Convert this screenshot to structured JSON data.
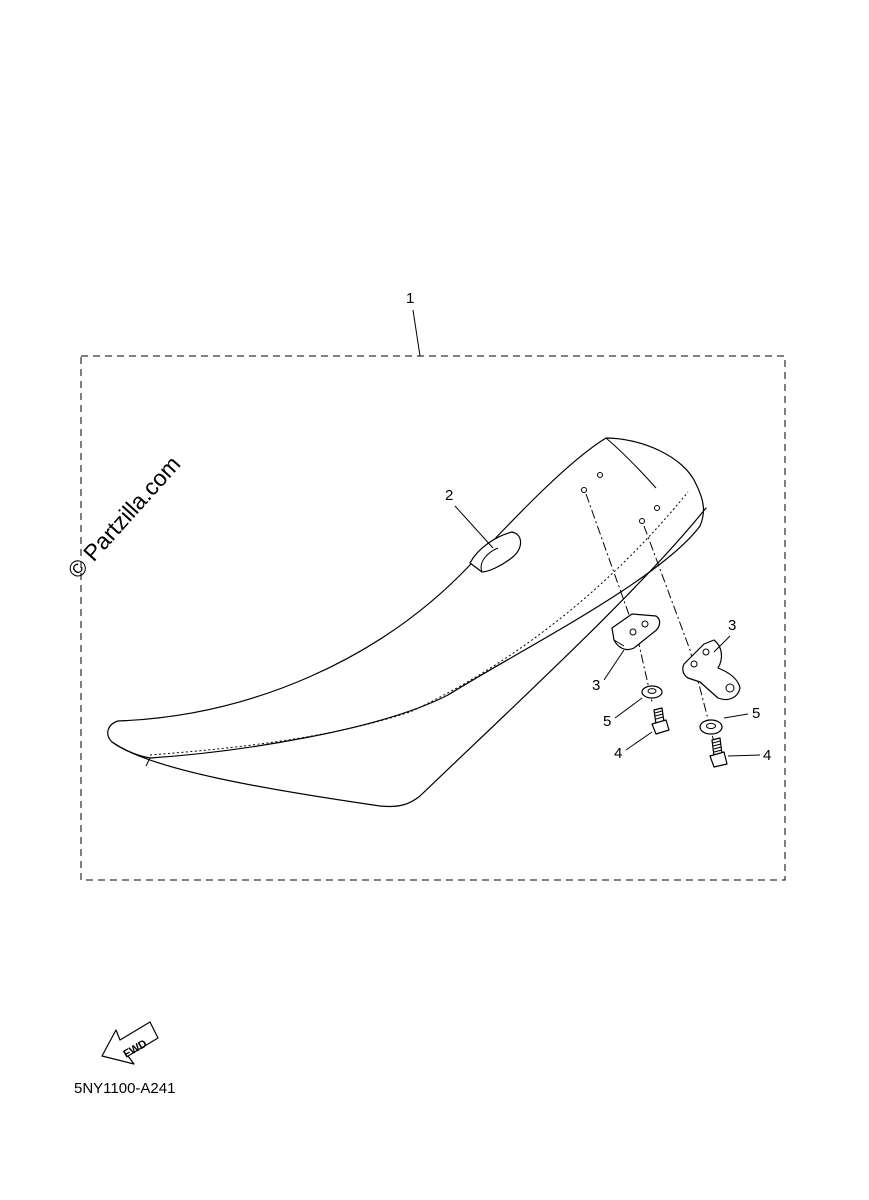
{
  "watermark": "© Partzilla.com",
  "diagram_code": "5NY1100-A241",
  "fwd_arrow_text": "FWD",
  "callouts": {
    "seat_assembly": "1",
    "strap": "2",
    "bracket_left": "3",
    "bracket_right": "3",
    "washer_left": "5",
    "washer_right": "5",
    "bolt_left": "4",
    "bolt_right": "4"
  }
}
